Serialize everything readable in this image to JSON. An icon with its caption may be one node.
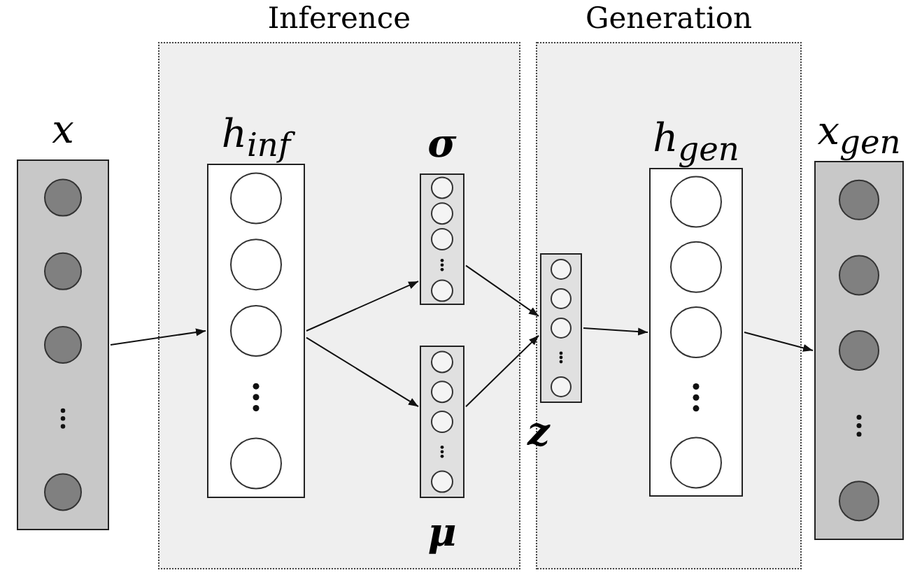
{
  "diagram": {
    "nodes": [
      {
        "text": [
          "x"
        ]
      },
      {
        "text": [
          "Inference"
        ]
      },
      {
        "text": [
          "h$_{inf}$"
        ],
        "in": 1
      },
      {
        "text": [
          "σ"
        ],
        "in": 1
      },
      {
        "text": [
          "μ"
        ],
        "in": 1
      },
      {
        "text": [
          "Generation"
        ]
      },
      {
        "text": [
          "z"
        ],
        "in": 5
      },
      {
        "text": [
          "h$_{gen}$"
        ],
        "in": 5
      },
      {
        "text": [
          "x$_{gen}$"
        ]
      }
    ],
    "edges": [
      {
        "from": 0,
        "to": 2,
        "arrow": "to"
      },
      {
        "from": 2,
        "to": 3,
        "arrow": "to"
      },
      {
        "from": 2,
        "to": 4,
        "arrow": "to"
      },
      {
        "from": 3,
        "to": 6,
        "arrow": "to"
      },
      {
        "from": 4,
        "to": 6,
        "arrow": "to"
      },
      {
        "from": 6,
        "to": 7,
        "arrow": "to"
      },
      {
        "from": 7,
        "to": 8,
        "arrow": "to"
      }
    ]
  }
}
